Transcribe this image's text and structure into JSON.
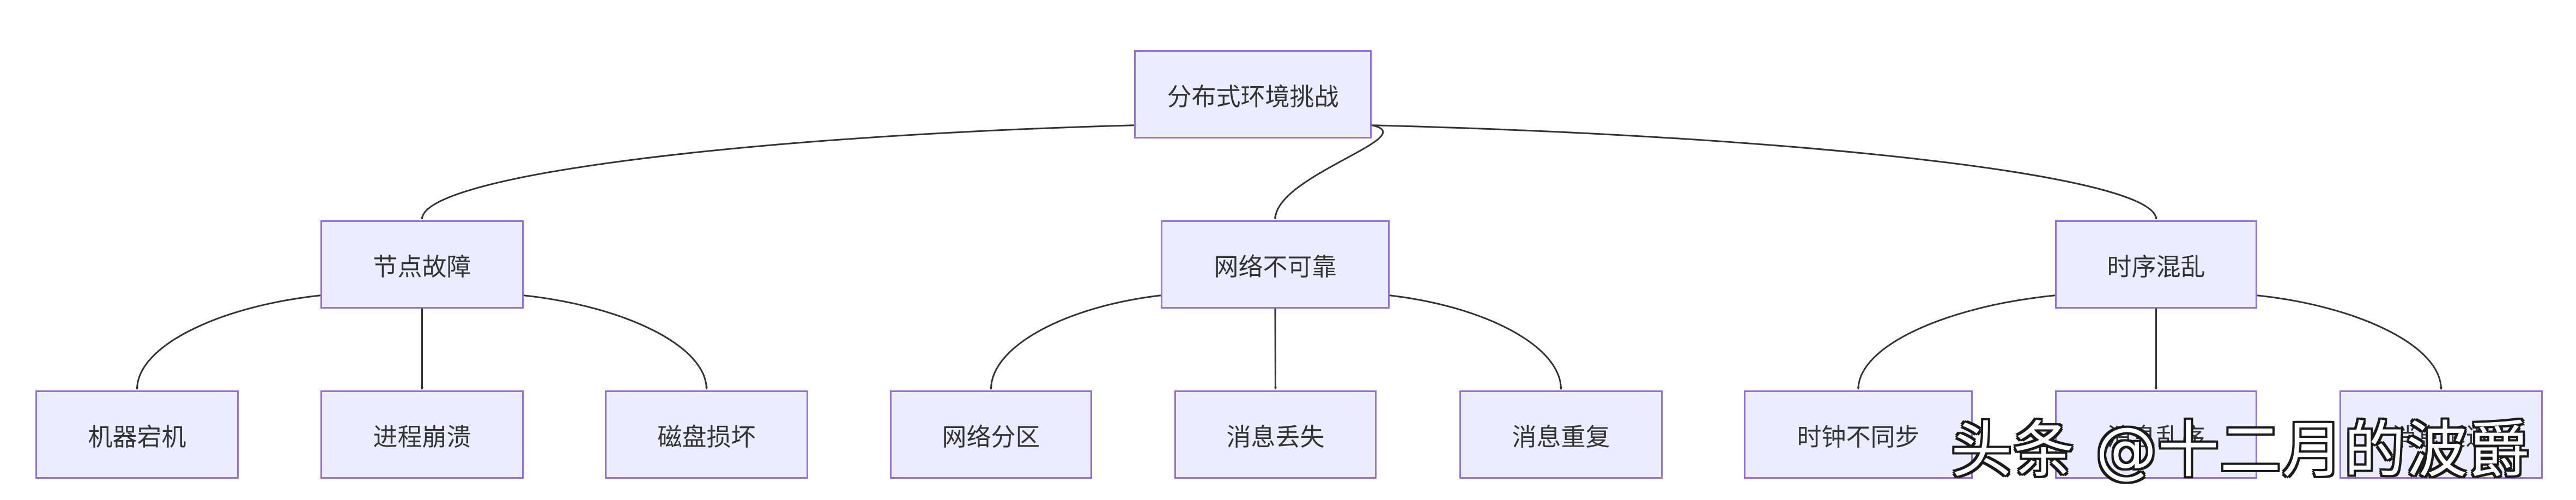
{
  "diagram": {
    "root": {
      "label": "分布式环境挑战"
    },
    "categories": [
      {
        "label": "节点故障",
        "children": [
          "机器宕机",
          "进程崩溃",
          "磁盘损坏"
        ]
      },
      {
        "label": "网络不可靠",
        "children": [
          "网络分区",
          "消息丢失",
          "消息重复"
        ]
      },
      {
        "label": "时序混乱",
        "children": [
          "时钟不同步",
          "消息乱序",
          "消息延迟"
        ]
      }
    ]
  },
  "watermark": "头条 @十二月的波爵",
  "colors": {
    "node_fill": "#ececff",
    "node_border": "#9370db",
    "edge": "#333333",
    "text": "#333333"
  }
}
